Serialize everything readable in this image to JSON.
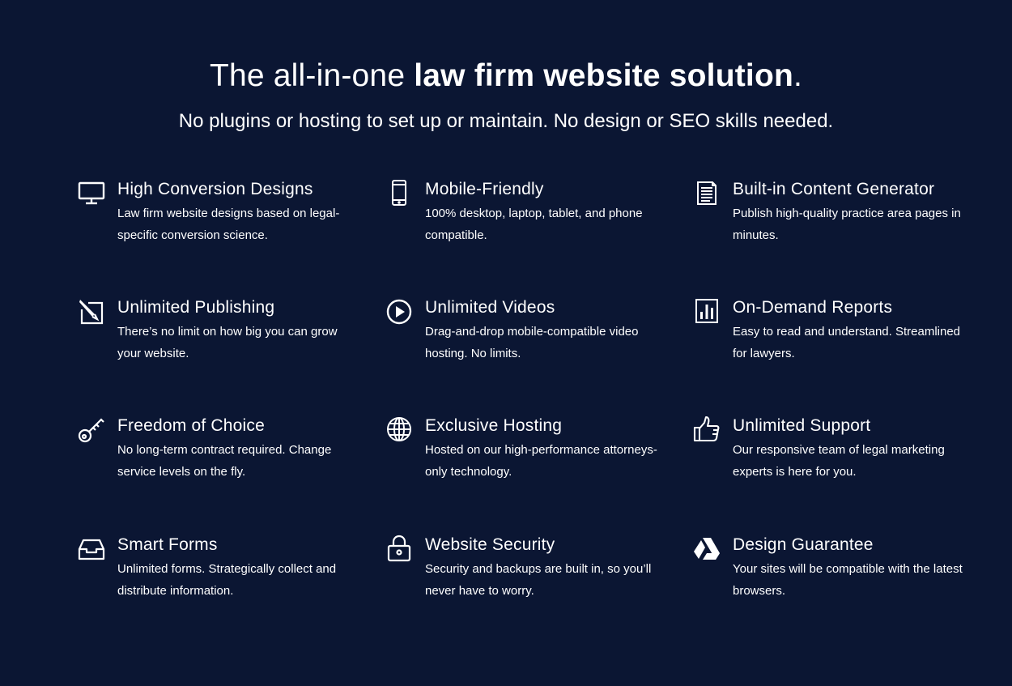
{
  "header": {
    "title_prefix": "The all-in-one ",
    "title_bold": "law firm website solution",
    "title_suffix": ".",
    "subtitle": "No plugins or hosting to set up or maintain. No design or SEO skills needed."
  },
  "colors": {
    "background": "#0b1633",
    "text": "#ffffff"
  },
  "features": [
    {
      "icon": "monitor-icon",
      "title": "High Conversion Designs",
      "desc": "Law firm website designs based on legal-specific conversion science."
    },
    {
      "icon": "mobile-phone-icon",
      "title": "Mobile-Friendly",
      "desc": "100% desktop, laptop, tablet, and phone compatible."
    },
    {
      "icon": "document-icon",
      "title": "Built-in Content Generator",
      "desc": "Publish high-quality practice area pages in minutes."
    },
    {
      "icon": "pencil-edit-icon",
      "title": "Unlimited Publishing",
      "desc": "There’s no limit on how big you can grow your website."
    },
    {
      "icon": "play-circle-icon",
      "title": "Unlimited Videos",
      "desc": "Drag-and-drop mobile-compatible video hosting. No limits."
    },
    {
      "icon": "bar-chart-icon",
      "title": "On-Demand Reports",
      "desc": "Easy to read and understand. Streamlined for lawyers."
    },
    {
      "icon": "key-icon",
      "title": "Freedom of Choice",
      "desc": "No long-term contract required. Change service levels on the fly."
    },
    {
      "icon": "globe-icon",
      "title": "Exclusive Hosting",
      "desc": "Hosted on our high-performance attorneys-only technology."
    },
    {
      "icon": "thumbs-up-icon",
      "title": "Unlimited Support",
      "desc": "Our responsive team of legal marketing experts is here for you."
    },
    {
      "icon": "inbox-tray-icon",
      "title": "Smart Forms",
      "desc": "Unlimited forms. Strategically collect and distribute information."
    },
    {
      "icon": "padlock-icon",
      "title": "Website Security",
      "desc": "Security and backups are built in, so you’ll never have to worry."
    },
    {
      "icon": "triangle-drive-icon",
      "title": "Design Guarantee",
      "desc": "Your sites will be compatible with the latest browsers."
    }
  ]
}
